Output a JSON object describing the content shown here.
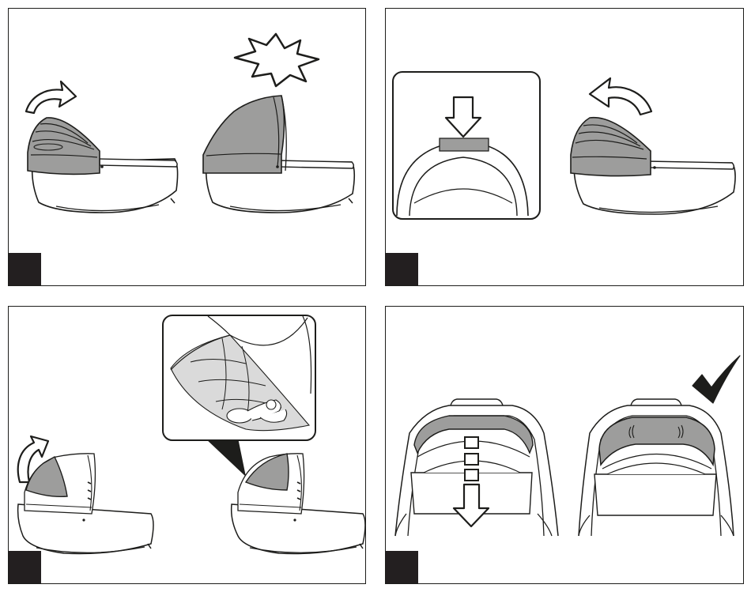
{
  "colors": {
    "line": "#1d1d1b",
    "hood_fill": "#9d9d9c",
    "shade_fill": "#bdbdbc",
    "light_fill": "#dadada",
    "paper": "#ffffff",
    "tab": "#231f20"
  },
  "panels": [
    {
      "id": "panel-1",
      "icons": [
        "curved-arrow-icon",
        "starburst-icon",
        "carrycot-hood-folded",
        "carrycot-hood-open"
      ]
    },
    {
      "id": "panel-2",
      "icons": [
        "magnifier-inset",
        "down-arrow-icon",
        "curved-arrow-back-icon",
        "carrycot-hood-folded"
      ]
    },
    {
      "id": "panel-3",
      "icons": [
        "curved-arrow-icon",
        "magnifier-inset",
        "baby-illustration",
        "carrycot-sun-visor"
      ]
    },
    {
      "id": "panel-4",
      "icons": [
        "down-arrow-icon",
        "checkmark-icon",
        "carrycot-front-view"
      ]
    }
  ]
}
